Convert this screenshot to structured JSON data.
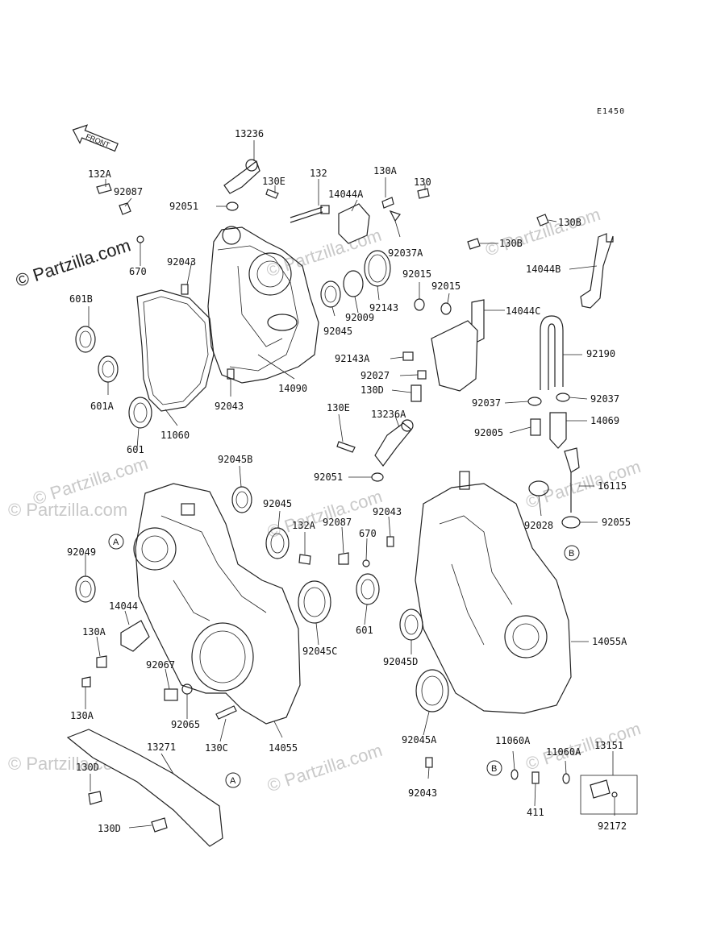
{
  "diagram_code": "E1450",
  "front_label": "FRONT",
  "watermark_text": "© Partzilla.com",
  "callouts": [
    "A",
    "B"
  ],
  "part_labels": [
    "13236",
    "132A",
    "92087",
    "670",
    "130E",
    "92051",
    "132",
    "130A",
    "130",
    "14044A",
    "92037A",
    "130B",
    "130B",
    "14044B",
    "92043",
    "601B",
    "92045",
    "92009",
    "92143",
    "92015",
    "92015",
    "14044C",
    "92143A",
    "92027",
    "130D",
    "14090",
    "92043",
    "601A",
    "11060",
    "601",
    "92190",
    "92037",
    "92037",
    "14069",
    "130E",
    "13236A",
    "92005",
    "92045B",
    "92051",
    "16115",
    "92045",
    "92043",
    "92028",
    "92055",
    "132A",
    "92087",
    "670",
    "92049",
    "14044",
    "130A",
    "92045C",
    "601",
    "92045D",
    "14055A",
    "92067",
    "130A",
    "92065",
    "130C",
    "14055",
    "92045A",
    "13271",
    "11060A",
    "11060A",
    "13151",
    "130D",
    "130D",
    "92043",
    "411",
    "92172"
  ]
}
